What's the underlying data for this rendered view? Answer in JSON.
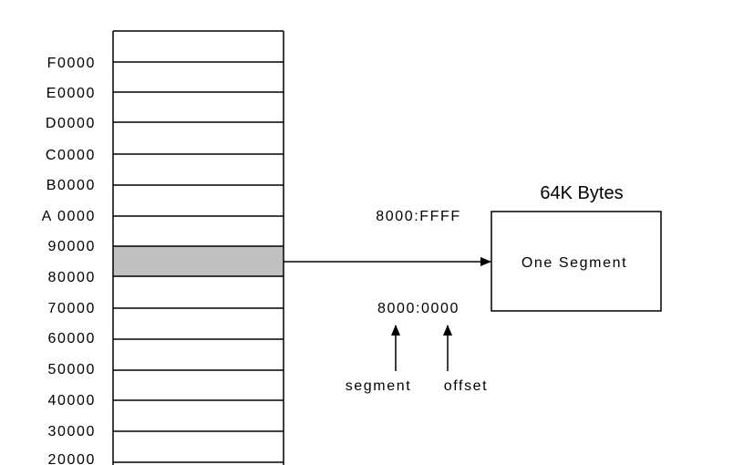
{
  "memory_map": {
    "addresses": [
      "F0000",
      "E0000",
      "D0000",
      "C0000",
      "B0000",
      "A 0000",
      "90000",
      "80000",
      "70000",
      "60000",
      "50000",
      "40000",
      "30000",
      "20000"
    ],
    "highlighted_region": {
      "from": "80000",
      "to": "90000",
      "fill": "#c0c0c0"
    }
  },
  "segment_box": {
    "title": "64K Bytes",
    "label": "One Segment"
  },
  "addresses": {
    "end": "8000:FFFF",
    "start": "8000:0000"
  },
  "annotations": {
    "segment": "segment",
    "offset": "offset"
  },
  "colors": {
    "line": "#000000",
    "highlight": "#c0c0c0",
    "background": "#ffffff"
  }
}
